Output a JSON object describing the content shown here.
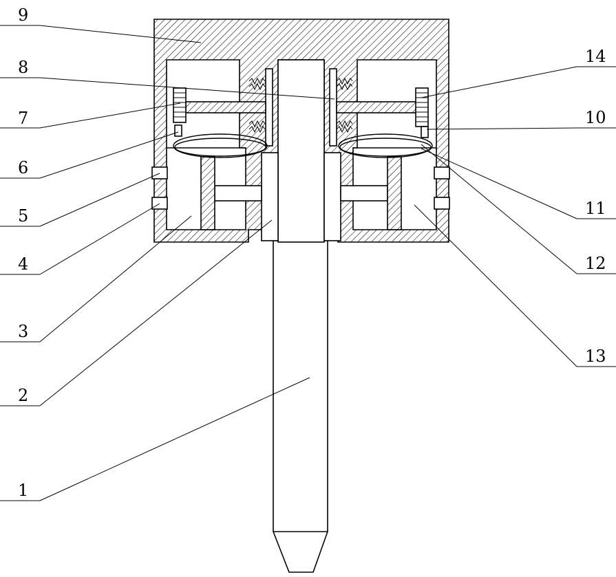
{
  "labels": [
    {
      "id": "1",
      "text": "1"
    },
    {
      "id": "2",
      "text": "2"
    },
    {
      "id": "3",
      "text": "3"
    },
    {
      "id": "4",
      "text": "4"
    },
    {
      "id": "5",
      "text": "5"
    },
    {
      "id": "6",
      "text": "6"
    },
    {
      "id": "7",
      "text": "7"
    },
    {
      "id": "8",
      "text": "8"
    },
    {
      "id": "9",
      "text": "9"
    },
    {
      "id": "10",
      "text": "10"
    },
    {
      "id": "11",
      "text": "11"
    },
    {
      "id": "12",
      "text": "12"
    },
    {
      "id": "13",
      "text": "13"
    },
    {
      "id": "14",
      "text": "14"
    }
  ],
  "colors": {
    "line": "#000000",
    "background": "#ffffff"
  }
}
